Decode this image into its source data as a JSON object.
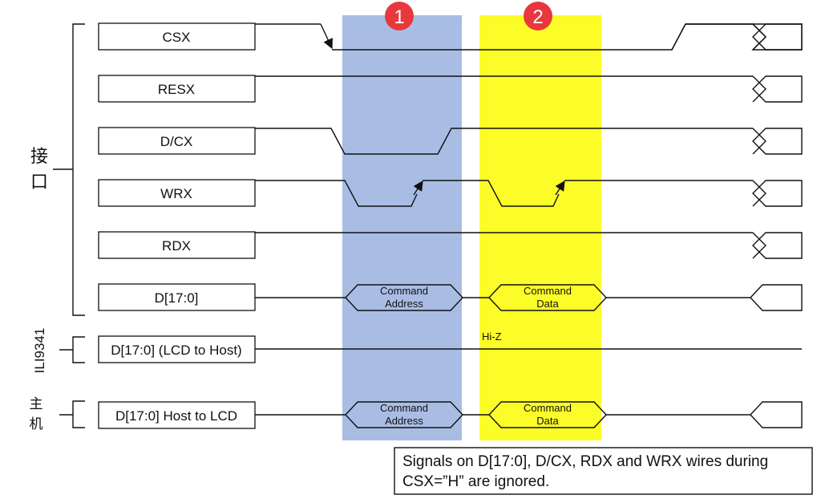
{
  "diagram": {
    "signals": [
      "CSX",
      "RESX",
      "D/CX",
      "WRX",
      "RDX",
      "D[17:0]",
      "D[17:0] (LCD to Host)",
      "D[17:0] Host to LCD"
    ],
    "groups": {
      "interface": "接口",
      "ili9341": "ILI9341",
      "host": "主机"
    },
    "phases": [
      {
        "number": "1",
        "color": "#a9bde4"
      },
      {
        "number": "2",
        "color": "#fcfc28"
      }
    ],
    "bus_labels": {
      "phase1": [
        "Command",
        "Address"
      ],
      "phase2": [
        "Command",
        "Data"
      ]
    },
    "hi_z": "Hi-Z",
    "note": {
      "line1": "Signals on D[17:0], D/CX, RDX and WRX wires during",
      "line2": "CSX=”H”  are ignored."
    },
    "badge_color": "#e8383d"
  }
}
